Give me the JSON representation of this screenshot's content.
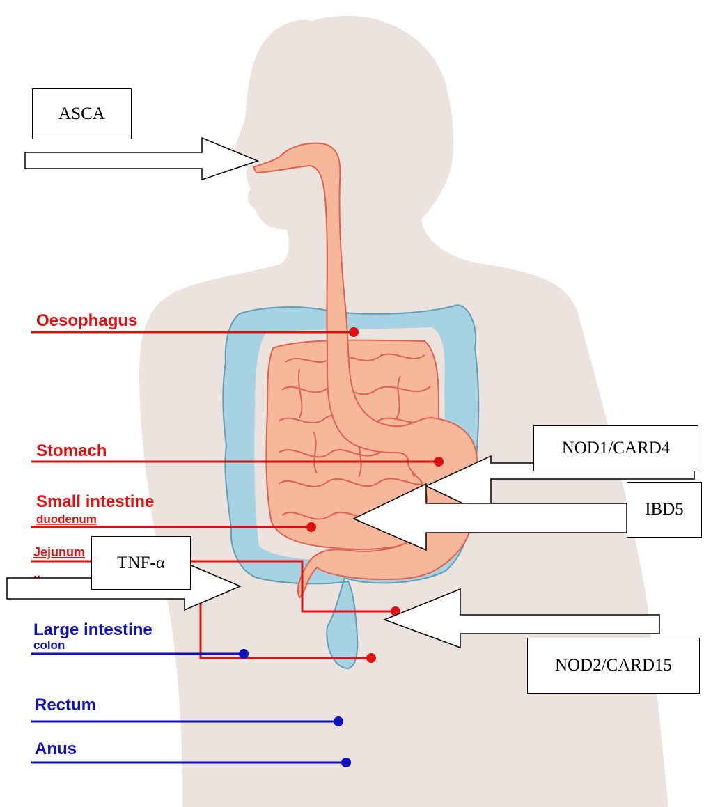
{
  "organ_labels": {
    "oesophagus": "Oesophagus",
    "stomach": "Stomach",
    "small_intestine": "Small intestine",
    "duodenum": "duodenum",
    "jejunum": "Jejunum",
    "ileum": "Ileum",
    "large_intestine": "Large intestine",
    "colon": "colon",
    "rectum": "Rectum",
    "anus": "Anus"
  },
  "marker_boxes": {
    "asca": "ASCA",
    "nod1": "NOD1/CARD4",
    "ibd5": "IBD5",
    "tnf": "TNF-α",
    "nod2": "NOD2/CARD15"
  },
  "colors": {
    "body": "#ede3de",
    "upper_tract": "#f6b79a",
    "upper_tract_outline": "#e0614f",
    "large_intestine": "#a7d2e2",
    "large_intestine_outline": "#5f9db9",
    "red_leader": "#dd1111",
    "blue_leader": "#1111bb"
  }
}
